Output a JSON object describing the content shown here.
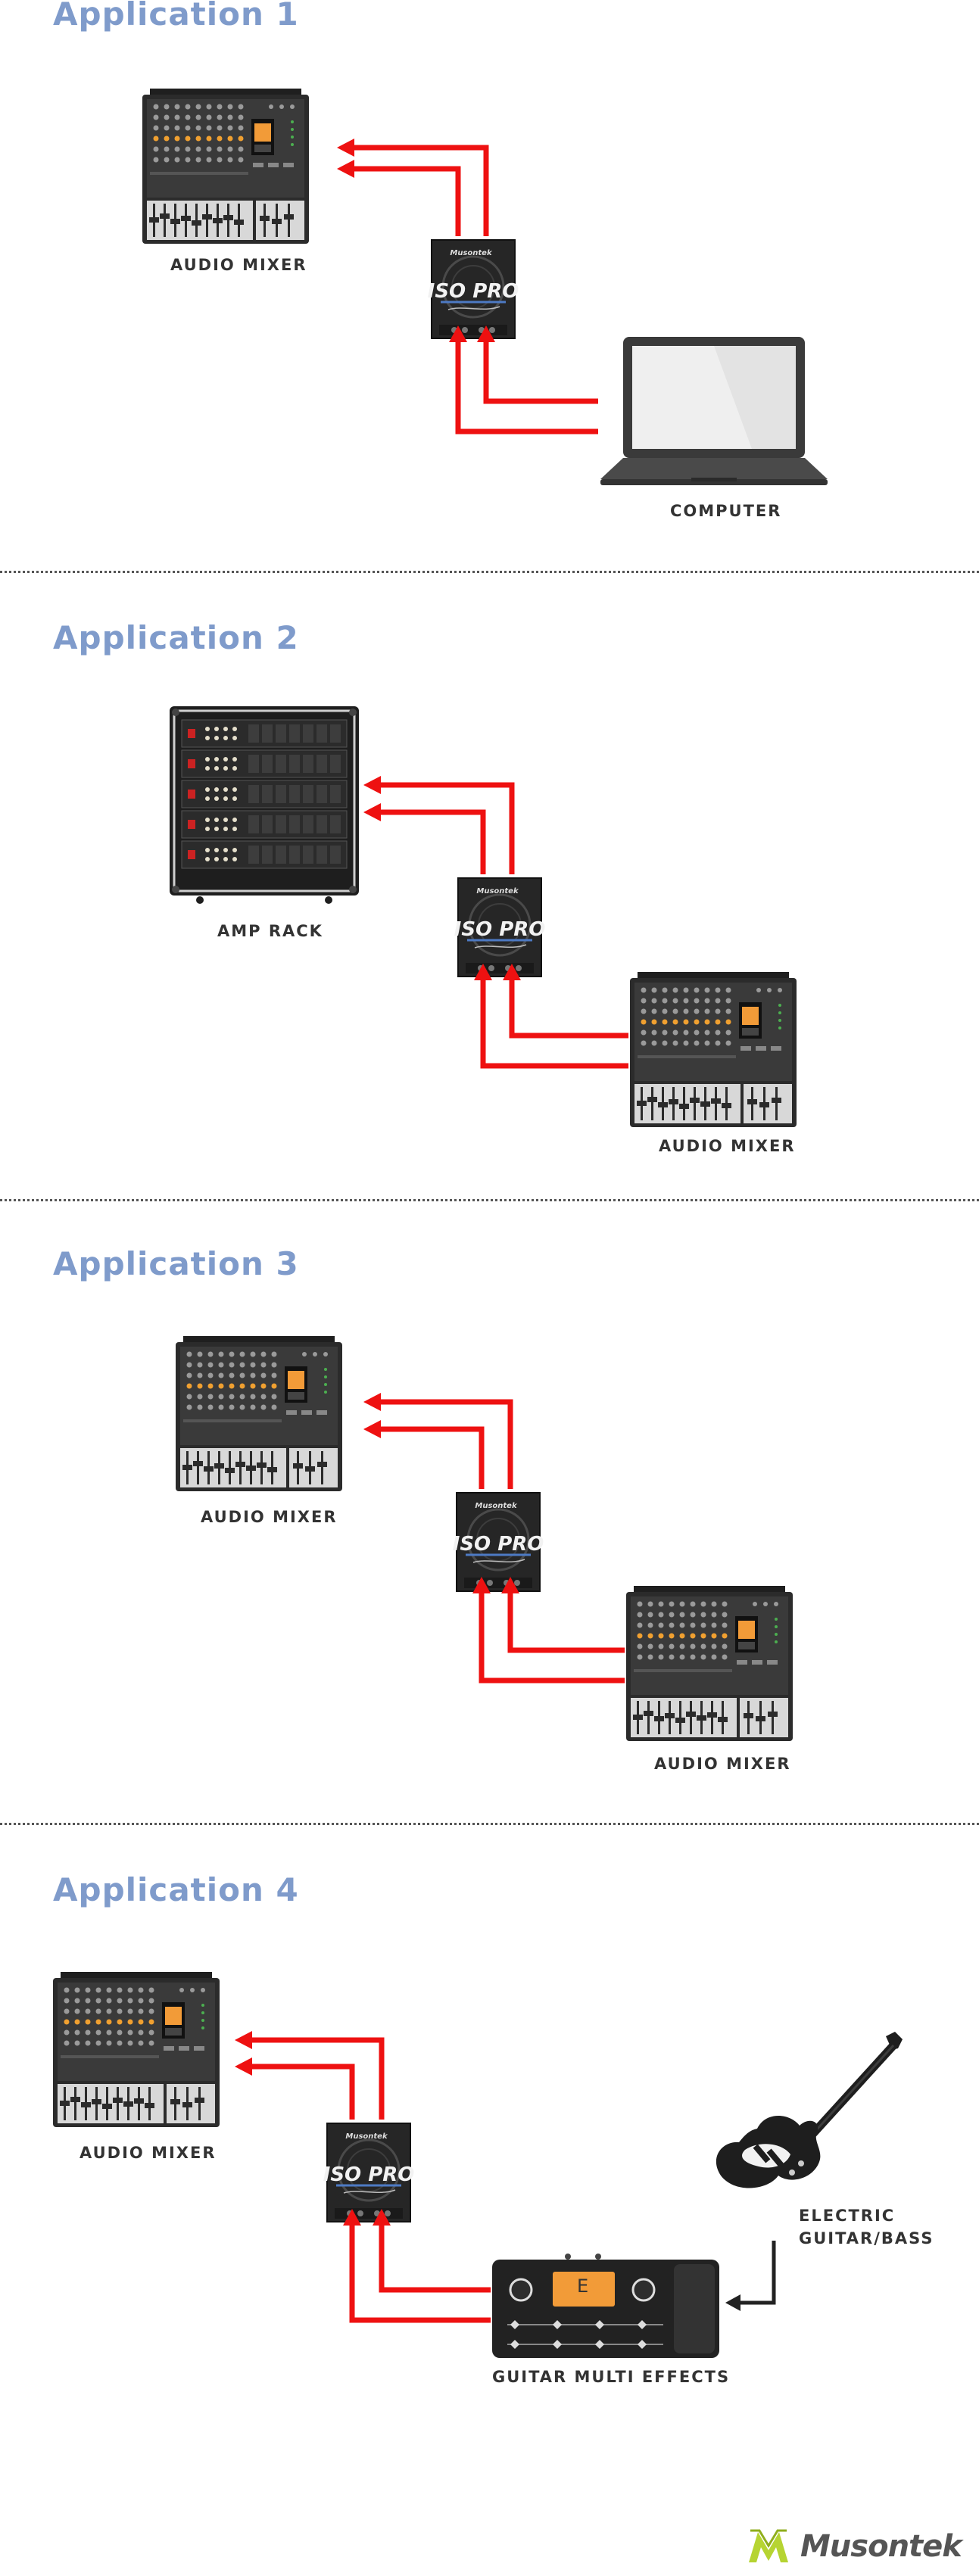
{
  "applications": [
    {
      "title": "Application 1",
      "labels": {
        "mixer": "AUDIO MIXER",
        "computer": "COMPUTER"
      }
    },
    {
      "title": "Application 2",
      "labels": {
        "rack": "AMP RACK",
        "mixer": "AUDIO MIXER"
      }
    },
    {
      "title": "Application 3",
      "labels": {
        "mixer_top": "AUDIO MIXER",
        "mixer_bottom": "AUDIO MIXER"
      }
    },
    {
      "title": "Application 4",
      "labels": {
        "mixer": "AUDIO MIXER",
        "guitar_line1": "ELECTRIC",
        "guitar_line2": "GUITAR/BASS",
        "effects": "GUITAR MULTI EFFECTS",
        "pedal_display": "E"
      }
    }
  ],
  "device": {
    "brand": "Musontek",
    "model": "ISO PRO"
  },
  "footer": {
    "brand": "Musontek"
  },
  "colors": {
    "arrow": "#ee1111",
    "title": "#7f9bcb",
    "label": "#333333",
    "logo_green": "#b6d432"
  }
}
